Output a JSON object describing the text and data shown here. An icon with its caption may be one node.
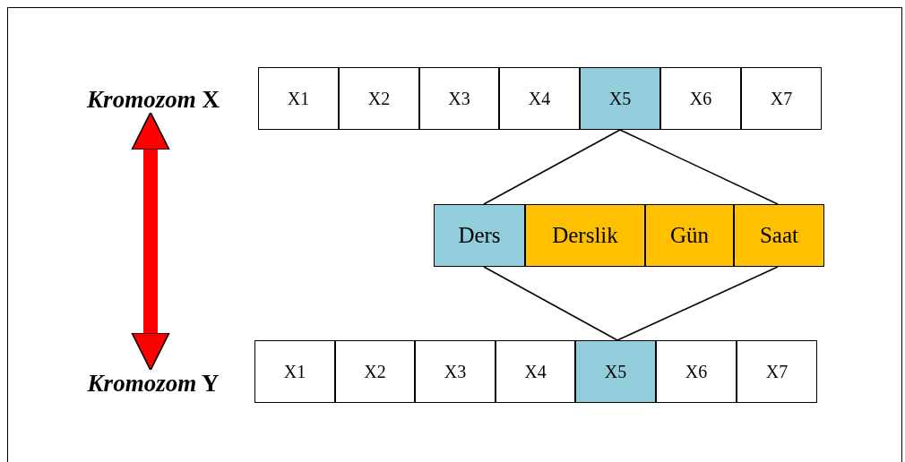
{
  "diagram": {
    "nodes": [
      {
        "text": [
          "*Kromozom* X"
        ]
      },
      {
        "text": [
          "X1"
        ]
      },
      {
        "text": [
          "X2"
        ]
      },
      {
        "text": [
          "X3"
        ]
      },
      {
        "text": [
          "X4"
        ]
      },
      {
        "text": [
          "X5"
        ]
      },
      {
        "text": [
          "X6"
        ]
      },
      {
        "text": [
          "X7"
        ]
      },
      {
        "text": [
          "Ders"
        ]
      },
      {
        "text": [
          "Derslik"
        ]
      },
      {
        "text": [
          "Gün"
        ]
      },
      {
        "text": [
          "Saat"
        ]
      },
      {
        "text": [
          "*Kromozom* Y"
        ]
      },
      {
        "text": [
          "X1"
        ]
      },
      {
        "text": [
          "X2"
        ]
      },
      {
        "text": [
          "X3"
        ]
      },
      {
        "text": [
          "X4"
        ]
      },
      {
        "text": [
          "X5"
        ]
      },
      {
        "text": [
          "X6"
        ]
      },
      {
        "text": [
          "X7"
        ]
      }
    ],
    "edges": [
      {
        "from": 5,
        "to": 8,
        "arrow": "none"
      },
      {
        "from": 5,
        "to": 11,
        "arrow": "none"
      },
      {
        "from": 8,
        "to": 17,
        "arrow": "none"
      },
      {
        "from": 11,
        "to": 17,
        "arrow": "none"
      },
      {
        "from": 0,
        "to": 12,
        "arrow": "both",
        "style": "thick",
        "color": "#ff0000"
      }
    ]
  }
}
